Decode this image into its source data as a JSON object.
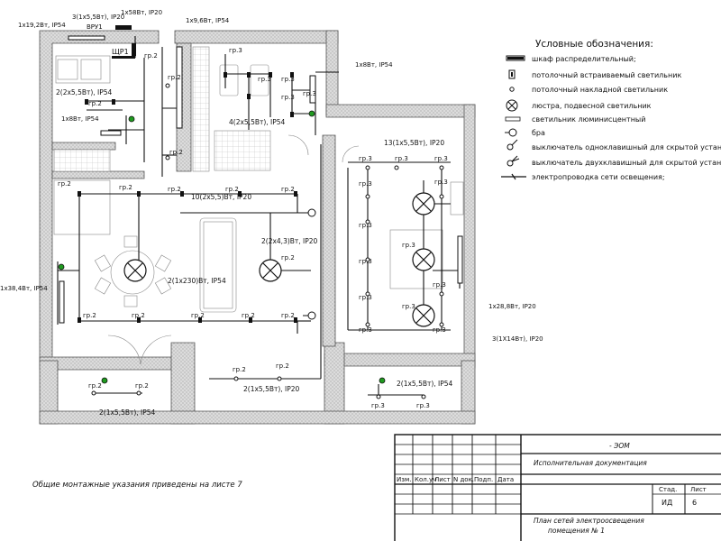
{
  "legend": {
    "title": "Условные обозначения:",
    "items": [
      "шкаф распределительный;",
      "потолочный встраиваемый светильник",
      "потолочный накладной светильник",
      "люстра, подвесной светильник",
      "светильник люминисцентный",
      "бра",
      "выключатель одноклавишный для скрытой установки",
      "выключатель двухклавишный для скрытой установки",
      "электропроводка сети освещения;"
    ]
  },
  "plan_labels": {
    "l01": "1х19,2Вт, IP54",
    "l02": "3(1х5,5Вт), IP20",
    "l03": "1х58Вт, IP20",
    "l04": "ВРУ1",
    "l05": "ЩР1",
    "l06": "1х9,6Вт, IP54",
    "l07": "1х8Вт, IP54",
    "l08": "2(2х5,5Вт), IP54",
    "l09": "1х8Вт, IP54",
    "l10": "4(2х5,5Вт), IP54",
    "l11": "13(1х5,5Вт), IP20",
    "l12": "10(2х5,5)Вт, IP20",
    "l13": "2(2х4,3)Вт, IP20",
    "l14": "2(1х230)Вт, IP54",
    "l15": "1х38,4Вт, IP54",
    "l16": "2(1х5,5Вт), IP20",
    "l17": "2(1х5,5Вт), IP54",
    "l18": "2(1х5,5Вт), IP54",
    "l19": "1х28,8Вт, IP20",
    "l20": "3(1Х14Вт), IP20"
  },
  "group_tag_2": "гр.2",
  "group_tag_3": "гр.3",
  "note": "Общие монтажные указания приведены на листе 7",
  "stamp": {
    "code": "- ЭОМ",
    "doc_type": "Исполнительная документация",
    "headers": [
      "Изм.",
      "Кол.уч",
      "Лист",
      "N док.",
      "Подп.",
      "Дата"
    ],
    "stage_header": "Стад.",
    "sheet_header": "Лист",
    "stage": "ИД",
    "sheet": "6",
    "title_line1": "План сетей электроосвещения",
    "title_line2": "помещения № 1"
  }
}
